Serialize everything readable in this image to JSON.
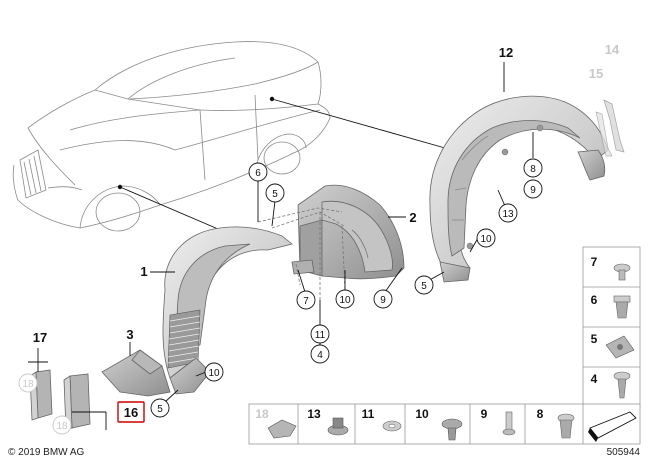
{
  "labels": {
    "l1": "1",
    "l2": "2",
    "l3": "3",
    "l4": "4",
    "l5a": "5",
    "l5b": "5",
    "l5c": "5",
    "l6": "6",
    "l7": "7",
    "l8": "8",
    "l9a": "9",
    "l9b": "9",
    "l10a": "10",
    "l10b": "10",
    "l10c": "10",
    "l11": "11",
    "l12": "12",
    "l13": "13",
    "l14": "14",
    "l15": "15",
    "l16": "16",
    "l17": "17",
    "l18": "18"
  },
  "legend_right": [
    "7",
    "6",
    "5",
    "4"
  ],
  "legend_bottom": [
    "18",
    "13",
    "11",
    "10",
    "9",
    "8"
  ],
  "copyright": "© 2019 BMW AG",
  "diagram_number": "505944",
  "colors": {
    "part_fill": "#d9d9d9",
    "part_dark": "#a8a8a8",
    "highlight_box": "#cc0000",
    "faded_label": "#c8c8c8"
  }
}
